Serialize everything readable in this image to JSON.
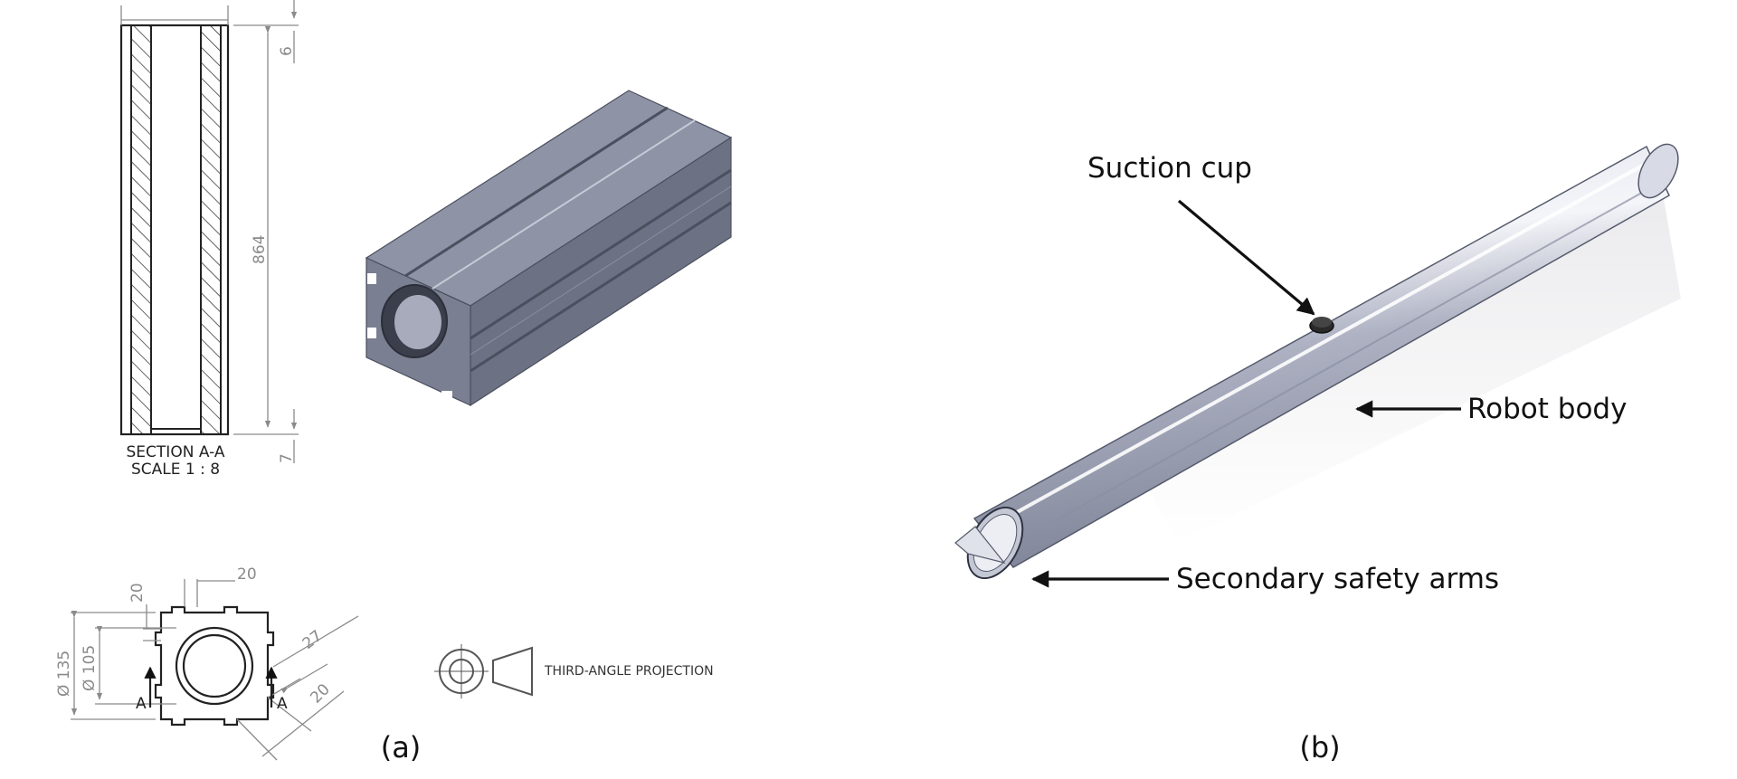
{
  "panel_a": {
    "caption": "(a)",
    "section_title": "SECTION A-A",
    "section_scale": "SCALE 1 : 8",
    "dims": {
      "top_gap": "6",
      "length": "864",
      "bottom_gap": "7",
      "slot_w": "20",
      "slot_d": "20",
      "diam_outer": "Ø 135",
      "diam_inner": "Ø 105",
      "diag_27": "27",
      "diag_20": "20",
      "section_mark_left": "A",
      "section_mark_right": "A"
    },
    "projection_label": "THIRD-ANGLE PROJECTION"
  },
  "panel_b": {
    "caption": "(b)",
    "labels": {
      "suction_cup": "Suction cup",
      "robot_body": "Robot body",
      "secondary_arms": "Secondary safety arms"
    }
  },
  "colors": {
    "line": "#222222",
    "dimension": "#8a8a8a",
    "block_top": "#8e93a5",
    "block_front": "#6c7183",
    "tube_body": "#b9bccb"
  }
}
